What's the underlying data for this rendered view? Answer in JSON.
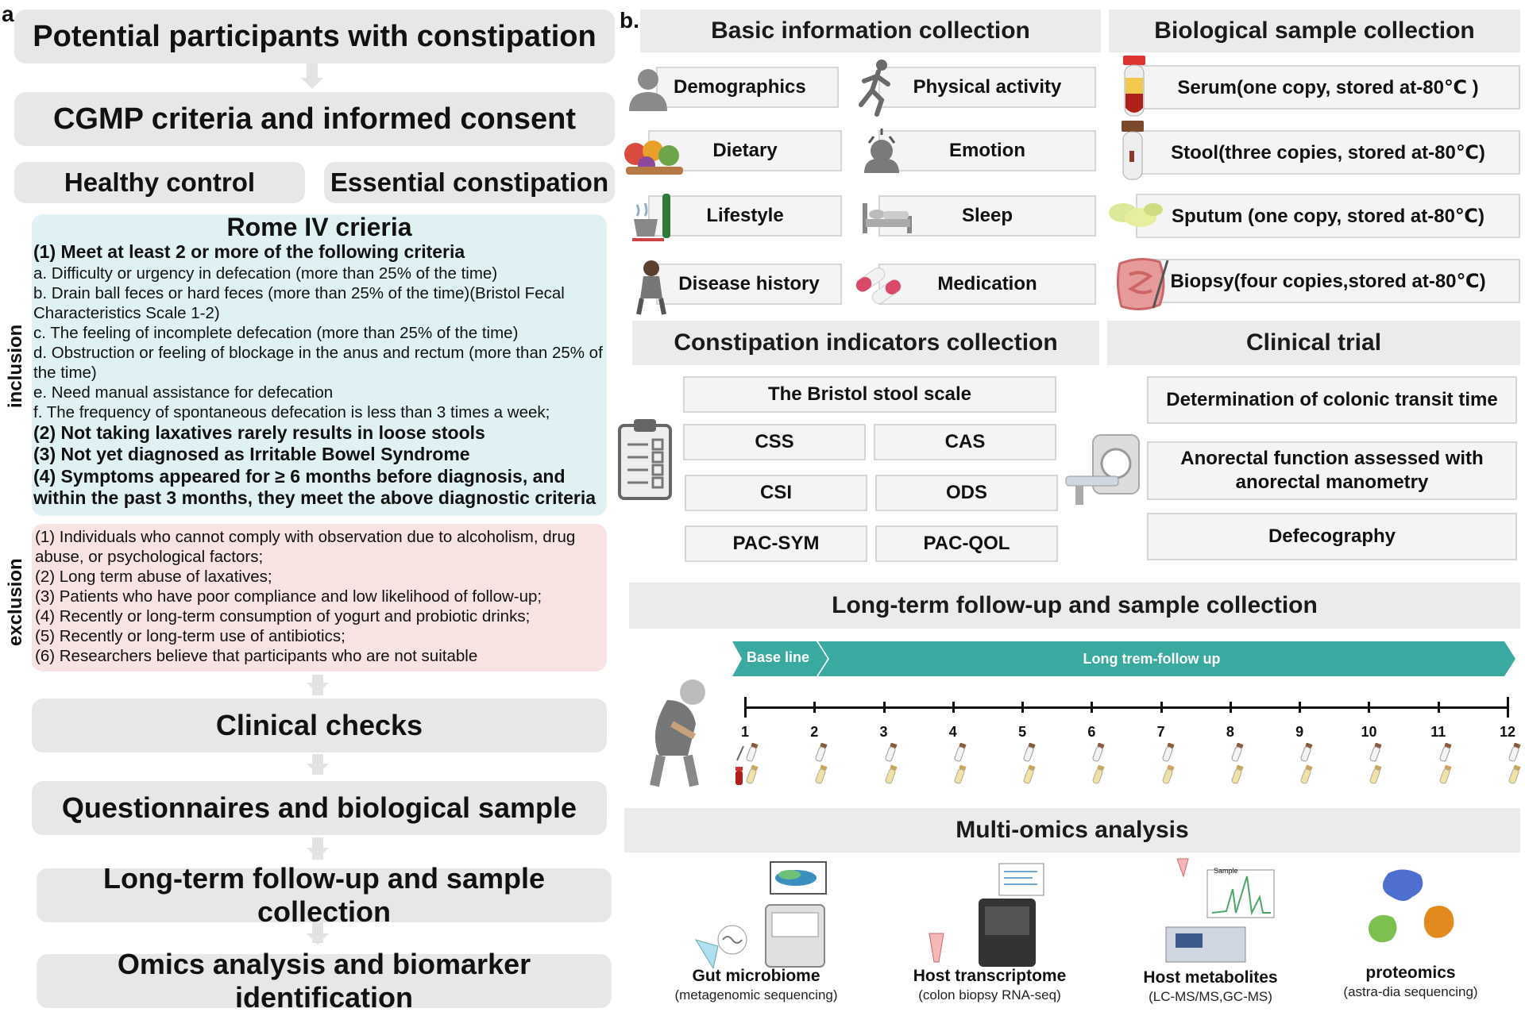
{
  "panel_a": {
    "letter": "a.",
    "flow": {
      "participants": "Potential participants with constipation",
      "cgmp": "CGMP criteria and informed consent",
      "healthy": "Healthy control",
      "essential": "Essential constipation",
      "clinical_checks": "Clinical checks",
      "questionnaires": "Questionnaires and biological sample",
      "followup": "Long-term follow-up and sample collection",
      "omics": "Omics analysis and biomarker identification"
    },
    "inclusion": {
      "side_label": "inclusion",
      "title": "Rome IV crieria",
      "lines": [
        {
          "text": "(1) Meet at least 2 or more of the following criteria",
          "bold": true
        },
        {
          "text": "a. Difficulty or urgency in defecation (more than 25% of the time)",
          "bold": false
        },
        {
          "text": "b. Drain ball feces or hard feces (more than 25% of the time)(Bristol Fecal Characteristics Scale 1-2)",
          "bold": false
        },
        {
          "text": "c. The feeling of incomplete defecation (more than 25% of the time)",
          "bold": false
        },
        {
          "text": "d. Obstruction or feeling of blockage in the anus and rectum (more than 25% of the time)",
          "bold": false
        },
        {
          "text": "e. Need manual assistance for defecation",
          "bold": false
        },
        {
          "text": "f. The frequency of spontaneous defecation is less than 3 times a week;",
          "bold": false
        },
        {
          "text": "(2) Not taking laxatives rarely results in loose stools",
          "bold": true
        },
        {
          "text": "(3) Not yet diagnosed as Irritable Bowel Syndrome",
          "bold": true
        },
        {
          "text": "(4) Symptoms appeared for ≥ 6 months before diagnosis, and within the past 3 months, they meet the above diagnostic criteria",
          "bold": true
        }
      ]
    },
    "exclusion": {
      "side_label": "exclusion",
      "lines": [
        "(1) Individuals who cannot comply with observation due to alcoholism, drug abuse, or psychological factors;",
        "(2) Long term abuse of laxatives;",
        "(3) Patients who have poor compliance and low likelihood of follow-up;",
        "(4) Recently or long-term consumption of yogurt and probiotic drinks;",
        "(5) Recently or long-term use of antibiotics;",
        "(6) Researchers believe that participants who are not suitable"
      ]
    }
  },
  "panel_b": {
    "letter": "b.",
    "basic": {
      "header": "Basic information collection",
      "items": [
        "Demographics",
        "Physical activity",
        "Dietary",
        "Emotion",
        "Lifestyle",
        "Sleep",
        "Disease history",
        "Medication"
      ]
    },
    "bio": {
      "header": "Biological sample collection",
      "items": [
        "Serum(one copy, stored at-80℃ )",
        "Stool(three copies, stored at-80℃)",
        "Sputum (one copy, stored at-80℃)",
        "Biopsy(four copies,stored at-80℃)"
      ]
    },
    "indicators": {
      "header": "Constipation indicators collection",
      "bristol": "The Bristol stool scale",
      "grid": [
        "CSS",
        "CAS",
        "CSI",
        "ODS",
        "PAC-SYM",
        "PAC-QOL"
      ]
    },
    "clinical": {
      "header": "Clinical trial",
      "items": [
        "Determination of colonic transit time",
        "Anorectal function assessed with anorectal manometry",
        "Defecography"
      ]
    },
    "followup": {
      "header": "Long-term follow-up and sample collection",
      "baseline": "Base line",
      "long_term": "Long trem-follow up",
      "ticks": [
        "1",
        "2",
        "3",
        "4",
        "5",
        "6",
        "7",
        "8",
        "9",
        "10",
        "11",
        "12"
      ]
    },
    "multiomics": {
      "header": "Multi-omics analysis",
      "items": [
        {
          "title": "Gut microbiome",
          "sub": "(metagenomic sequencing)"
        },
        {
          "title": "Host transcriptome",
          "sub": "(colon biopsy RNA-seq)"
        },
        {
          "title": "Host metabolites",
          "sub": "(LC-MS/MS,GC-MS)"
        },
        {
          "title": "proteomics",
          "sub": "(astra-dia sequencing)"
        }
      ],
      "sample_label": "Sample"
    }
  },
  "colors": {
    "gray_box": "#e7e7e7",
    "inclusion_bg": "#dff1f3",
    "exclusion_bg": "#f7e3e1",
    "teal": "#3aa99f",
    "protein_blue": "#4f6fd0",
    "protein_orange": "#e38a1e",
    "protein_green": "#7cc04f"
  }
}
